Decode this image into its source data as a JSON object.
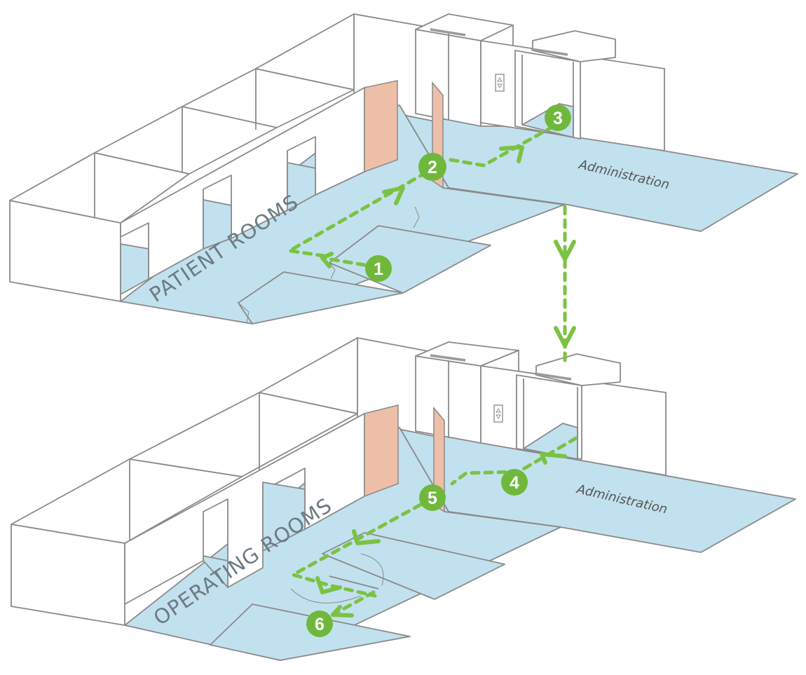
{
  "diagram": {
    "title": "Hospital floor navigation route",
    "floors": [
      {
        "id": "upper",
        "zone_label": "PATIENT ROOMS",
        "area_label": "Administration",
        "steps": [
          "1",
          "2",
          "3"
        ]
      },
      {
        "id": "lower",
        "zone_label": "OPERATING ROOMS",
        "area_label": "Administration",
        "steps": [
          "4",
          "5",
          "6"
        ]
      }
    ],
    "route_color": "#7bc242",
    "badge_color": "#6fb83c",
    "floor_color": "#c2e1ee",
    "door_color": "#eebfa8",
    "icons": [
      "elevator-call-button-icon",
      "down-arrow-icon"
    ]
  }
}
